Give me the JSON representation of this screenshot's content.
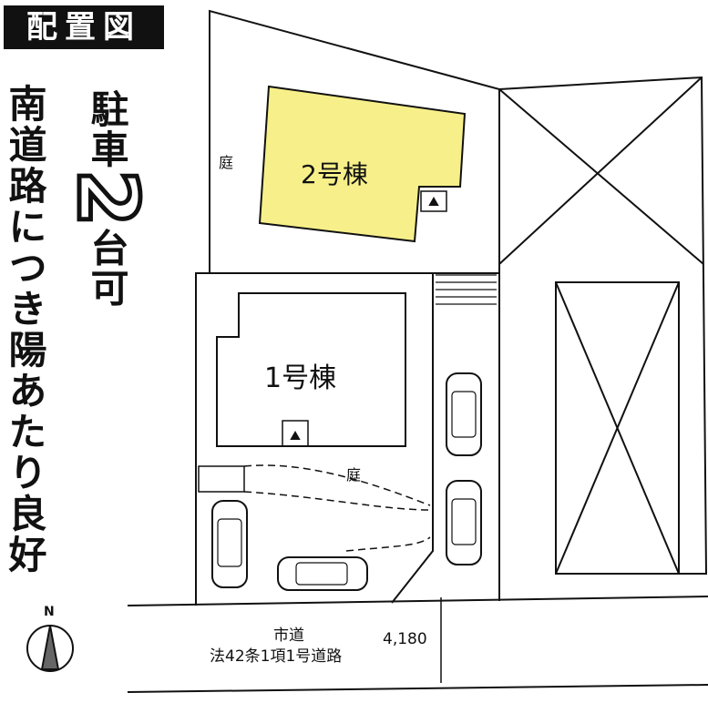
{
  "title": "配置図",
  "slogan_sun": "南道路につき陽あたり良好",
  "slogan_parking": {
    "prefix": "駐車",
    "count": "2",
    "suffix": "台可"
  },
  "labels": {
    "garden_north": "庭",
    "garden_south": "庭",
    "building2": "2号棟",
    "building1": "1号棟",
    "road_name": "市道",
    "road_type": "法42条1項1号道路",
    "road_width": "4,180",
    "north": "N"
  },
  "colors": {
    "building2_fill": "#f7f08a",
    "line": "#111111",
    "title_bg": "#111111"
  }
}
